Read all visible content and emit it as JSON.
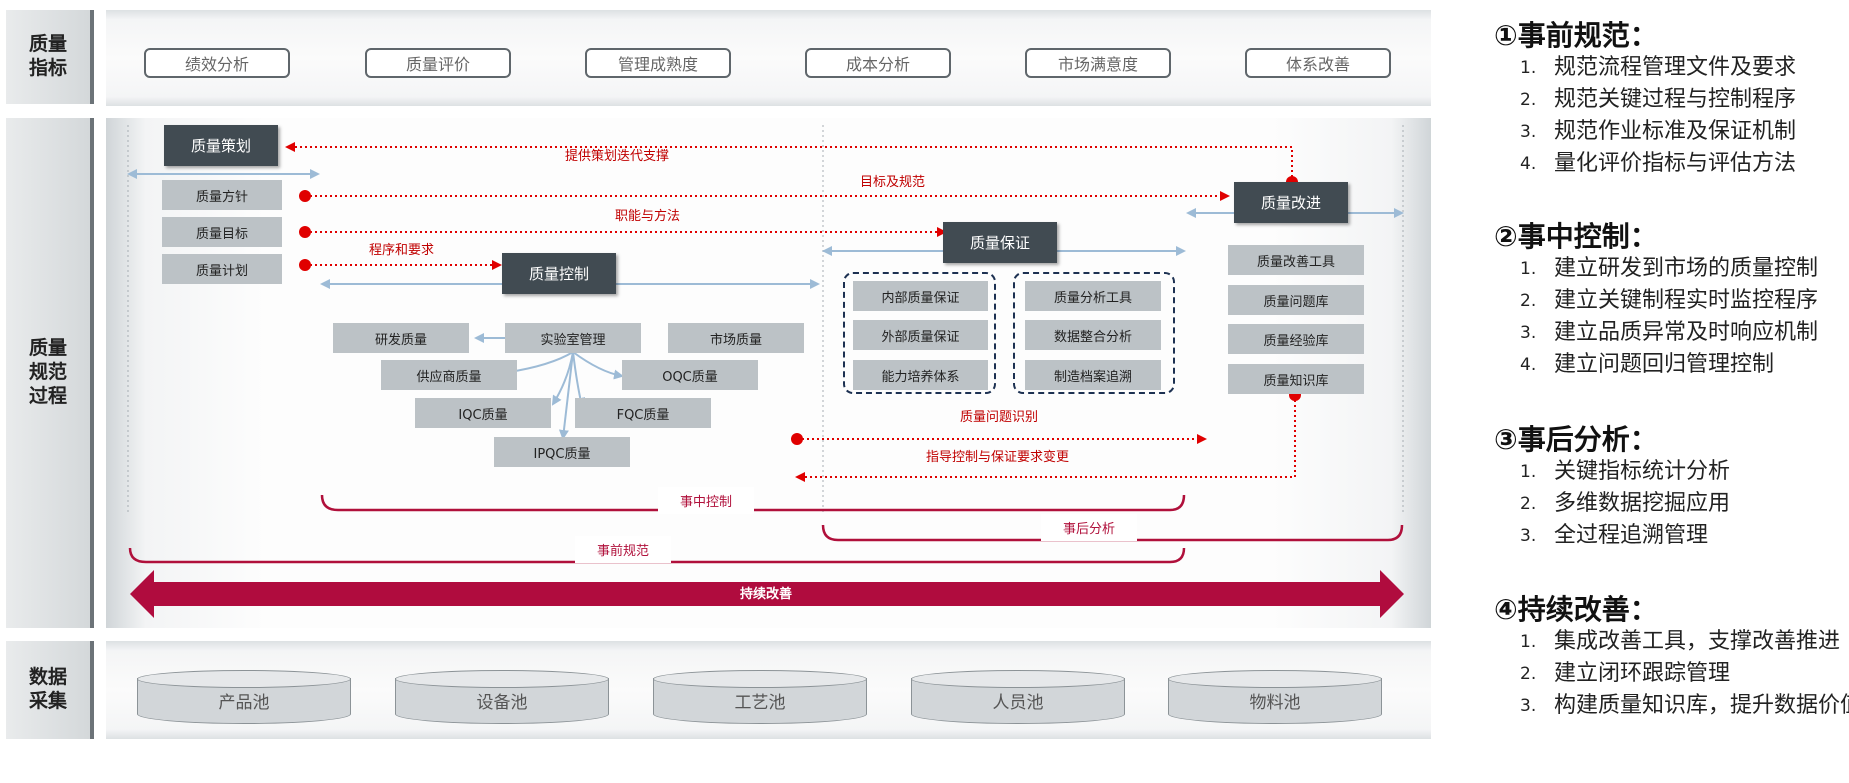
{
  "rows": {
    "indicators": "质量指标",
    "process": "质量规范过程",
    "data": "数据采集"
  },
  "indicators": [
    "绩效分析",
    "质量评价",
    "管理成熟度",
    "成本分析",
    "市场满意度",
    "体系改善"
  ],
  "planning": {
    "title": "质量策划",
    "items": [
      "质量方针",
      "质量目标",
      "质量计划"
    ]
  },
  "control": {
    "title": "质量控制",
    "items": [
      "研发质量",
      "实验室管理",
      "市场质量",
      "供应商质量",
      "OQC质量",
      "IQC质量",
      "FQC质量",
      "IPQC质量"
    ]
  },
  "assurance": {
    "title": "质量保证",
    "group1": [
      "内部质量保证",
      "外部质量保证",
      "能力培养体系"
    ],
    "group2": [
      "质量分析工具",
      "数据整合分析",
      "制造档案追溯"
    ]
  },
  "improvement": {
    "title": "质量改进",
    "items": [
      "质量改善工具",
      "质量问题库",
      "质量经验库",
      "质量知识库"
    ]
  },
  "arrows": {
    "iteration": "提供策划迭代支撑",
    "target": "目标及规范",
    "function": "职能与方法",
    "procedure": "程序和要求",
    "identify": "质量问题识别",
    "guide": "指导控制与保证要求变更"
  },
  "brackets": {
    "during": "事中控制",
    "after": "事后分析",
    "before": "事前规范",
    "continuous": "持续改善"
  },
  "pools": [
    "产品池",
    "设备池",
    "工艺池",
    "人员池",
    "物料池"
  ],
  "right_panel": [
    {
      "title": "①事前规范：",
      "items": [
        "规范流程管理文件及要求",
        "规范关键过程与控制程序",
        "规范作业标准及保证机制",
        "量化评价指标与评估方法"
      ]
    },
    {
      "title": "②事中控制：",
      "items": [
        "建立研发到市场的质量控制",
        "建立关键制程实时监控程序",
        "建立品质异常及时响应机制",
        "建立问题回归管理控制"
      ]
    },
    {
      "title": "③事后分析：",
      "items": [
        "关键指标统计分析",
        "多维数据挖掘应用",
        "全过程追溯管理"
      ]
    },
    {
      "title": "④持续改善：",
      "items": [
        "集成改善工具，支撑改善推进",
        "建立闭环跟踪管理",
        "构建质量知识库，提升数据价值"
      ]
    }
  ],
  "numbers": [
    "1.",
    "2.",
    "3.",
    "4."
  ],
  "colors": {
    "dark_box": "#414b52",
    "grey_box": "#bcc2c6",
    "red_arrow": "#e00000",
    "bracket": "#b0103b",
    "big_arrow": "#b00c3e"
  }
}
